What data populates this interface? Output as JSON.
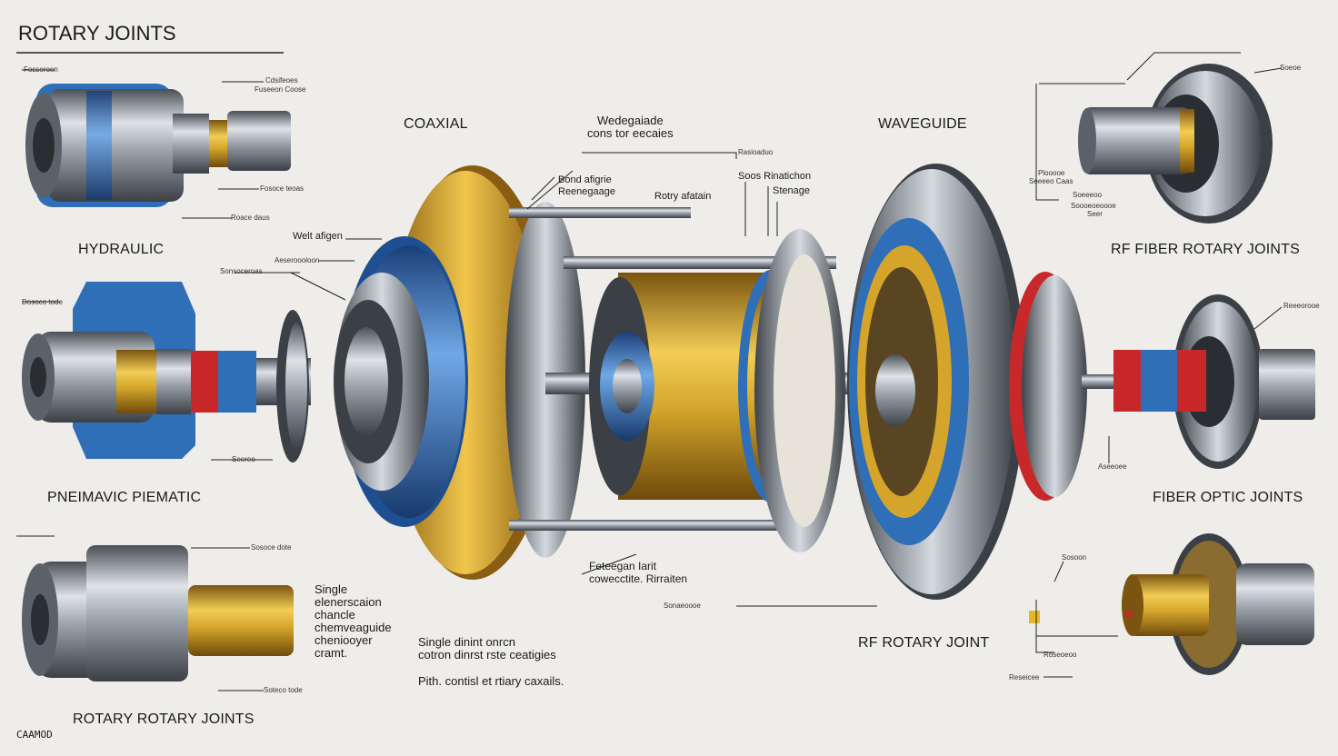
{
  "title": "ROTARY JOINTS",
  "section_labels": {
    "coaxial": "COAXIAL",
    "waveguide": "WAVEGUIDE",
    "hydraulic": "HYDRAULIC",
    "rf_fiber": "RF FIBER ROTARY JOINTS",
    "pneumatic": "PNEIMAVIC PIEMATIC",
    "fiber_optic": "FIBER OPTIC JOINTS",
    "rf_rotary": "RF ROTARY JOINT",
    "rotary_rotary": "ROTARY ROTARY JOINTS"
  },
  "callouts": {
    "wedegaide": "Wedegaiade\ncons tor eecaies",
    "bond": "Bond afigrie\nReenegaage",
    "rotary_joint": "Rotry afatain",
    "soos": "Soos Rinatichon",
    "stenage": "Stenage",
    "welt": "Welt afigen",
    "single_left": "Single\nelenerscaion\nchancle\nchemveaguide\ncheniooyer\ncramt.",
    "single_center": "Single dinint onrcn\ncotron dinrst rste ceatigies",
    "pit": "Pith. contisl et rtiary caxails.",
    "feteegan": "Feteegan Iarit\ncowecctite. Rirraiten"
  },
  "tiny_labels": [
    "Fosseroon",
    "Cdsifeoes",
    "Fuseeon Coose",
    "Fosoce teoas",
    "Roace daus",
    "Dosoco tode",
    "Sonsoceroas",
    "Seereo",
    "Sosoce dote",
    "Soteco tode",
    "Aeseroooloon",
    "Rasioaduo",
    "Plooooe",
    "Seeeeo Caas",
    "Soeeeoo",
    "Soooeoeoooe",
    "Seer",
    "Soeoe",
    "Reeeorooe",
    "Aseeoee",
    "Sosoon",
    "Roseoeoo",
    "Reseicee",
    "Sonaeoooe"
  ],
  "watermark": "CAAMOD",
  "colors": {
    "background": "#efedea",
    "gold": "#d4a52a",
    "blue": "#2f6fb8",
    "steel": "#8a9099",
    "red": "#c8282a"
  }
}
